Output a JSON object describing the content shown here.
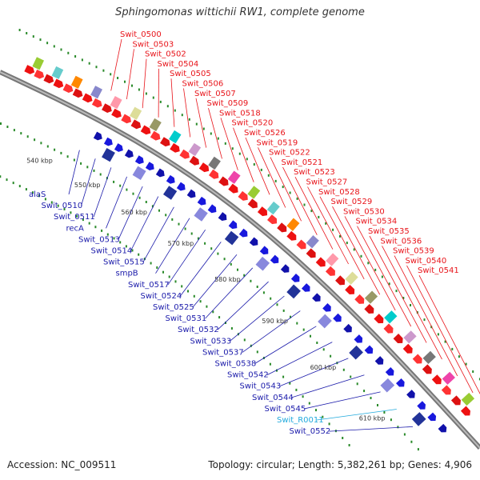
{
  "title": "Sphingomonas wittichii RW1, complete genome",
  "footer": {
    "accession": "Accession: NC_009511",
    "summary": "Topology: circular; Length: 5,382,261 bp; Genes: 4,906"
  },
  "colors": {
    "forward_label": "#e8141a",
    "reverse_label": "#1a1aaa",
    "rna_label": "#22aadd",
    "forward_gene": "#ee1111",
    "reverse_gene": "#1818dd",
    "backbone": "#777777",
    "tick": "#2a8a2a"
  },
  "ruler": [
    "540 kbp",
    "550 kbp",
    "560 kbp",
    "570 kbp",
    "580 kbp",
    "590 kbp",
    "600 kbp",
    "610 kbp"
  ],
  "forward_labels": [
    "Swit_0500",
    "Swit_0503",
    "Swit_0502",
    "Swit_0504",
    "Swit_0505",
    "Swit_0506",
    "Swit_0507",
    "Swit_0509",
    "Swit_0518",
    "Swit_0520",
    "Swit_0526",
    "Swit_0519",
    "Swit_0522",
    "Swit_0521",
    "Swit_0523",
    "Swit_0527",
    "Swit_0528",
    "Swit_0529",
    "Swit_0530",
    "Swit_0534",
    "Swit_0535",
    "Swit_0536",
    "Swit_0539",
    "Swit_0540",
    "Swit_0541"
  ],
  "reverse_labels": [
    "alaS",
    "Swit_0510",
    "Swit_0511",
    "recA",
    "Swit_0513",
    "Swit_0514",
    "Swit_0515",
    "smpB",
    "Swit_0517",
    "Swit_0524",
    "Swit_0525",
    "Swit_0531",
    "Swit_0532",
    "Swit_0533",
    "Swit_0537",
    "Swit_0538",
    "Swit_0542",
    "Swit_0543",
    "Swit_0544",
    "Swit_0545",
    "Swit_R0011",
    "Swit_0552"
  ]
}
